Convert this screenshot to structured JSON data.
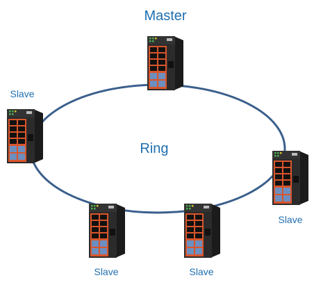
{
  "diagram": {
    "title": "Master",
    "center_label": "Ring",
    "nodes": [
      {
        "role": "master",
        "label": "Master"
      },
      {
        "role": "slave",
        "label": "Slave"
      },
      {
        "role": "slave",
        "label": "Slave"
      },
      {
        "role": "slave",
        "label": "Slave"
      },
      {
        "role": "slave",
        "label": "Slave"
      }
    ],
    "device_icon": "industrial-ethernet-switch-icon",
    "colors": {
      "ring": "#3a5f8c",
      "label": "#1f6fb0",
      "chassis": "#2a2a2a",
      "port_panel": "#d9552b",
      "port": "#111111",
      "fiber_port": "#6d8fc0",
      "led": "#4caf50"
    }
  }
}
